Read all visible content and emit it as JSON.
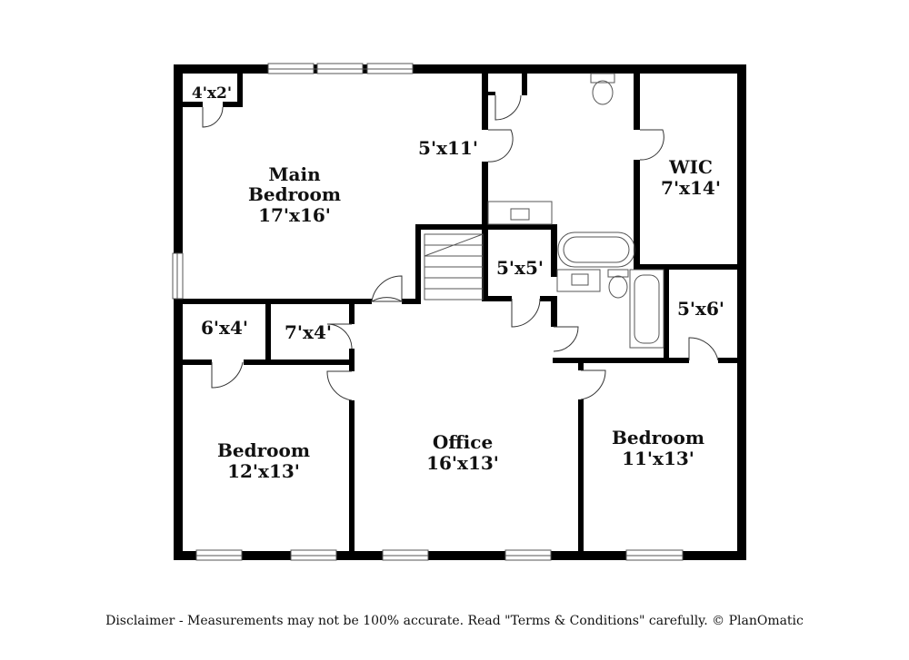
{
  "rooms": {
    "closet_main": {
      "dims": "4'x2'"
    },
    "main_bedroom": {
      "name_line1": "Main",
      "name_line2": "Bedroom",
      "dims": "17'x16'"
    },
    "bath_main": {
      "dims": "5'x11'"
    },
    "wic": {
      "name": "WIC",
      "dims": "7'x14'"
    },
    "small_room": {
      "dims": "5'x5'"
    },
    "hall_bath": {
      "dims": "5'x6'"
    },
    "closet_a": {
      "dims": "6'x4'"
    },
    "closet_b": {
      "dims": "7'x4'"
    },
    "bedroom_left": {
      "name": "Bedroom",
      "dims": "12'x13'"
    },
    "office": {
      "name": "Office",
      "dims": "16'x13'"
    },
    "bedroom_right": {
      "name": "Bedroom",
      "dims": "11'x13'"
    }
  },
  "disclaimer": "Disclaimer - Measurements may not be 100% accurate. Read \"Terms & Conditions\" carefully. © PlanOmatic",
  "colors": {
    "wall": "#000000",
    "background": "#ffffff",
    "fixture": "#555555"
  }
}
